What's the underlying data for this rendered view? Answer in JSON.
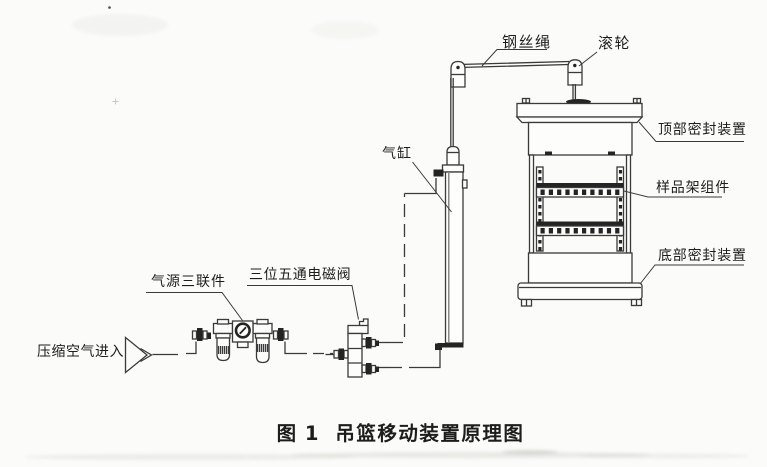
{
  "figure": {
    "caption_prefix": "图 1",
    "caption_title": "吊篮移动装置原理图"
  },
  "labels": {
    "wire_rope": "钢丝绳",
    "roller": "滚轮",
    "cylinder": "气缸",
    "top_seal": "顶部密封装置",
    "sample_rack": "样品架组件",
    "bottom_seal": "底部密封装置",
    "frl_unit": "气源三联件",
    "solenoid_valve": "三位五通电磁阀",
    "air_inlet": "压缩空气进入"
  },
  "colors": {
    "line": "#3a3a3a",
    "ink": "#242424",
    "text": "#1d1d1d",
    "background": "#fbfbf9"
  }
}
